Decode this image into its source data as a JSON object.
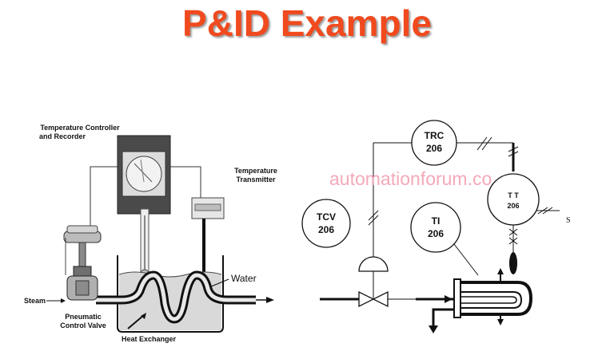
{
  "title": "P&ID Example",
  "watermark": "automationforum.co",
  "left_diagram": {
    "controller_label_1": "Temperature Controller",
    "controller_label_2": "and Recorder",
    "transmitter_label_1": "Temperature",
    "transmitter_label_2": "Transmitter",
    "water_label": "Water",
    "steam_label": "Steam",
    "valve_label_1": "Pneumatic",
    "valve_label_2": "Control Valve",
    "exchanger_label": "Heat Exchanger"
  },
  "right_diagram": {
    "trc": {
      "tag": "TRC",
      "number": "206"
    },
    "tcv": {
      "tag": "TCV",
      "number": "206"
    },
    "ti": {
      "tag": "TI",
      "number": "206"
    },
    "tt": {
      "tag": "T T",
      "number": "206"
    },
    "signal_label": "S"
  },
  "colors": {
    "title": "#f04a1e",
    "watermark": "#f4a9b8"
  }
}
